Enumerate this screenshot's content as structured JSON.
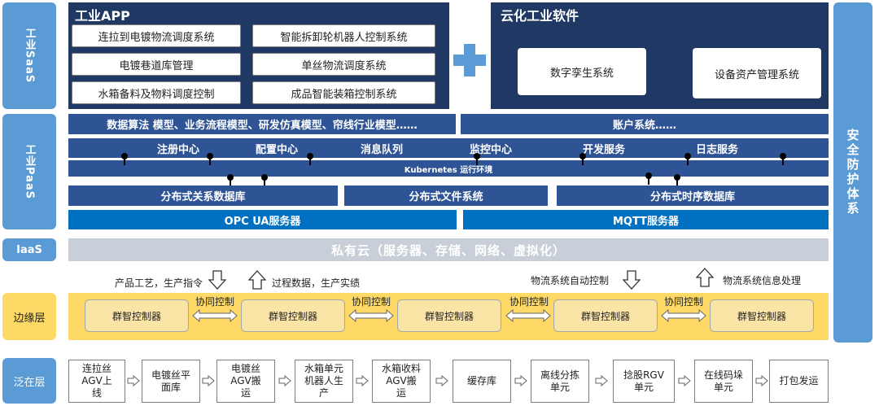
{
  "layers": {
    "saas": "工业SaaS",
    "paas": "工业PaaS",
    "iaas": "IaaS",
    "edge": "边缘层",
    "field": "泛在层",
    "security": "安全防护体系"
  },
  "saas": {
    "app_title": "工业APP",
    "app_items": [
      "连拉到电镀物流调度系统",
      "智能拆卸轮机器人控制系统",
      "电镀巷道库管理",
      "单丝物流调度系统",
      "水箱备料及物料调度控制",
      "成品智能装箱控制系统"
    ],
    "cloud_title": "云化工业软件",
    "cloud_items": [
      "数字孪生系统",
      "设备资产管理系统"
    ]
  },
  "paas": {
    "models": "数据算法 模型、业务流程模型、研发仿真模型、帘线行业模型……",
    "accounts": "账户系统……",
    "services": [
      "注册中心",
      "配置中心",
      "消息队列",
      "监控中心",
      "开发服务",
      "日志服务"
    ],
    "kubernetes": "Kubernetes 运行环境",
    "databases": [
      "分布式关系数据库",
      "分布式文件系统",
      "分布式时序数据库"
    ],
    "opc": "OPC UA服务器",
    "mqtt": "MQTT服务器"
  },
  "iaas": {
    "private_cloud": "私有云（服务器、存储、网络、虚拟化）"
  },
  "flows": {
    "down1": "产品工艺，生产指令",
    "up1": "过程数据，生产实绩",
    "down2": "物流系统自动控制",
    "up2": "物流系统信息处理"
  },
  "edge": {
    "controller": "群智控制器",
    "link": "协同控制"
  },
  "field": {
    "devices": [
      "连拉丝\nAGV上\n线",
      "电镀丝平\n面库",
      "电镀丝\nAGV搬\n运",
      "水箱单元\n机器人生\n产",
      "水箱收料\nAGV搬\n运",
      "缓存库",
      "离线分拣\n单元",
      "捻股RGV\n单元",
      "在线码垛\n单元",
      "打包发运"
    ]
  },
  "colors": {
    "layer_label": "#5b9bd5",
    "dark_navy": "#1f3864",
    "bar_blue": "#2f5496",
    "bright_blue": "#0070c0",
    "cloud_gray": "#c9cfd8",
    "edge_yellow": "#ffd966"
  }
}
